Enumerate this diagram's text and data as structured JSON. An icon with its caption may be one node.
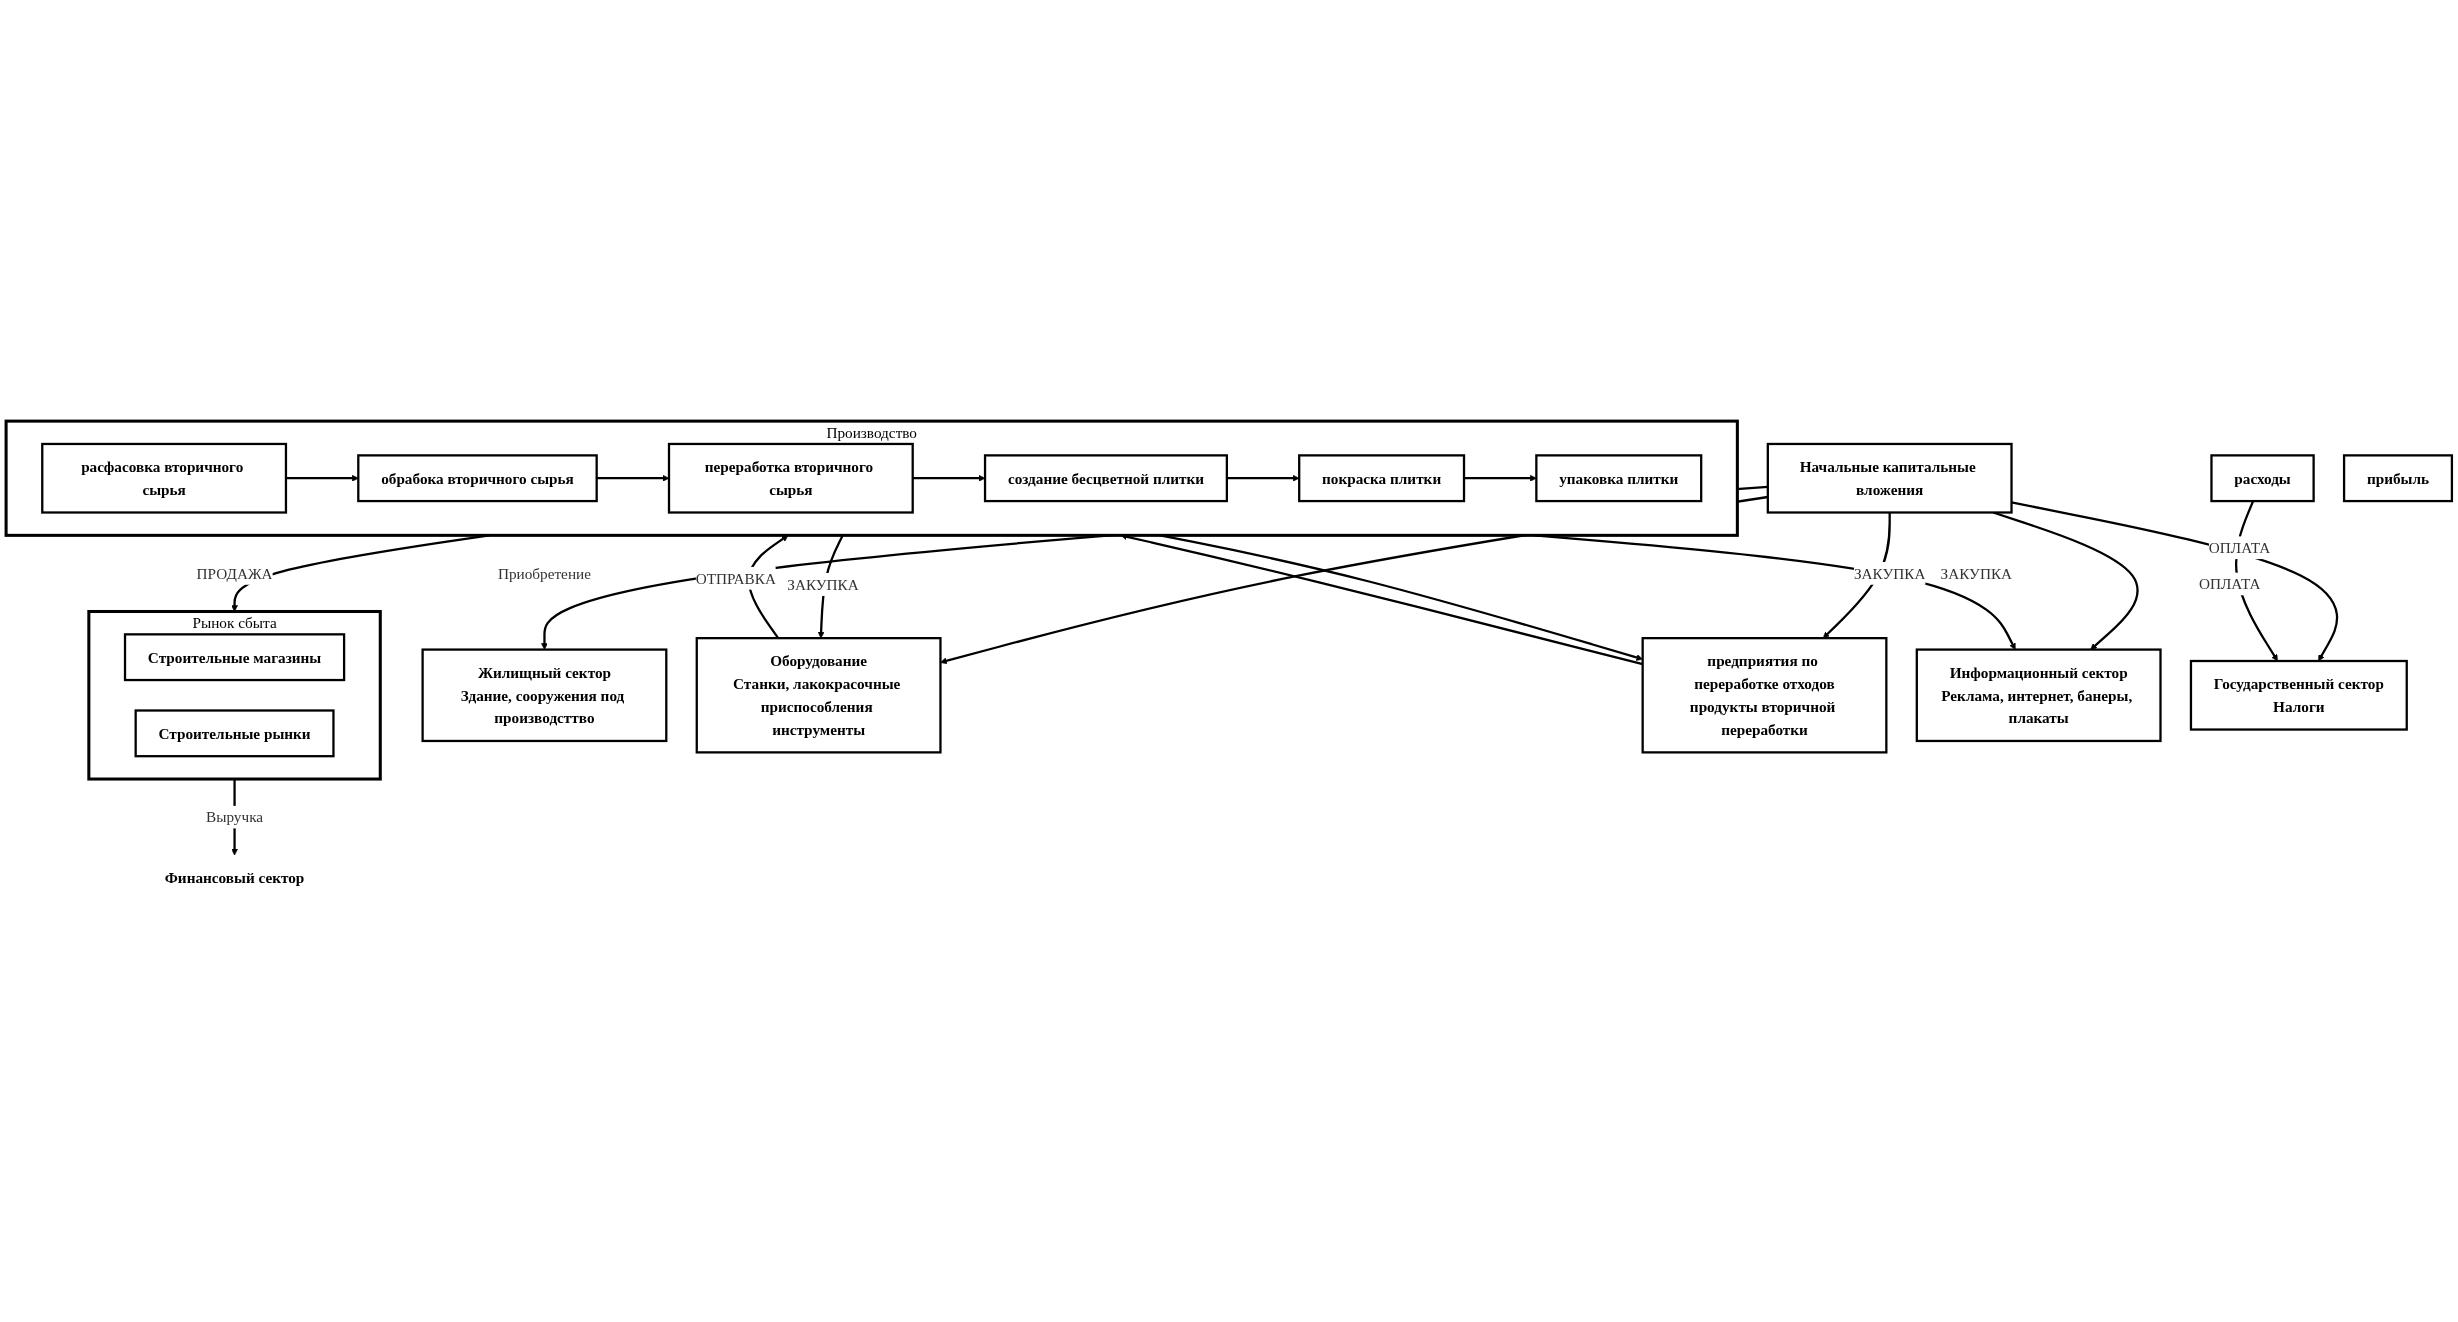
{
  "diagram": {
    "nodes": [
      {
        "text": [
          "Начальные капитальные вложения"
        ]
      },
      {
        "text": [
          "Жилищный сектор",
          "Здание, сооружения под производсттво"
        ]
      },
      {
        "text": [
          "Оборудование",
          "Станки, лакокрасочные приспособления инструменты"
        ]
      },
      {
        "text": [
          "предприятия по переработке отходов",
          "продукты вторичной переработки"
        ]
      },
      {
        "text": [
          "Информационный сектор",
          "Реклама, интернет, банеры, плакаты"
        ]
      },
      {
        "text": [
          "Государственный сектор",
          "Налоги"
        ]
      },
      {
        "text": [
          "Производство"
        ]
      },
      {
        "text": [
          "расфасовка вторичного сырья"
        ],
        "in": 6
      },
      {
        "text": [
          "обрабока вторичного сырья"
        ],
        "in": 6
      },
      {
        "text": [
          "переработка вторичного сырья"
        ],
        "in": 6
      },
      {
        "text": [
          "создание бесцветной плитки"
        ],
        "in": 6
      },
      {
        "text": [
          "покраска плитки"
        ],
        "in": 6
      },
      {
        "text": [
          "упаковка плитки"
        ],
        "in": 6
      },
      {
        "text": [
          "Рынок сбыта"
        ]
      },
      {
        "text": [
          "Строительные магазины"
        ],
        "in": 13
      },
      {
        "text": [
          "Строительные рынки"
        ],
        "in": 13
      },
      {
        "text": [
          "Финансовый сектор"
        ]
      },
      {
        "text": [
          "расходы"
        ]
      },
      {
        "text": [
          "прибыль"
        ]
      }
    ],
    "edges": [
      {
        "from": 0,
        "to": 1,
        "arrow": "to",
        "label": "Приобретение"
      },
      {
        "from": 0,
        "to": 2,
        "arrow": "to"
      },
      {
        "from": 0,
        "to": 3,
        "arrow": "to",
        "label": "ЗАКУПКА"
      },
      {
        "from": 0,
        "to": 4,
        "arrow": "to"
      },
      {
        "from": 0,
        "to": 5,
        "arrow": "to",
        "label": "ОПЛАТА"
      },
      {
        "from": 2,
        "to": 6,
        "arrow": "to",
        "label": "ОТПРАВКА"
      },
      {
        "from": 3,
        "to": 6,
        "arrow": "to"
      },
      {
        "from": 6,
        "to": 2,
        "arrow": "to",
        "label": "ЗАКУПКА"
      },
      {
        "from": 6,
        "to": 3,
        "arrow": "to"
      },
      {
        "from": 6,
        "to": 4,
        "arrow": "to",
        "label": "ЗАКУПКА"
      },
      {
        "from": 7,
        "to": 8,
        "arrow": "to"
      },
      {
        "from": 8,
        "to": 9,
        "arrow": "to"
      },
      {
        "from": 9,
        "to": 10,
        "arrow": "to"
      },
      {
        "from": 10,
        "to": 11,
        "arrow": "to"
      },
      {
        "from": 11,
        "to": 12,
        "arrow": "to"
      },
      {
        "from": 6,
        "to": 13,
        "arrow": "to",
        "label": "ПРОДАЖА"
      },
      {
        "from": 13,
        "to": 16,
        "arrow": "to",
        "label": "Выручка"
      },
      {
        "from": 17,
        "to": 5,
        "arrow": "to",
        "label": "ОПЛАТА"
      }
    ]
  }
}
